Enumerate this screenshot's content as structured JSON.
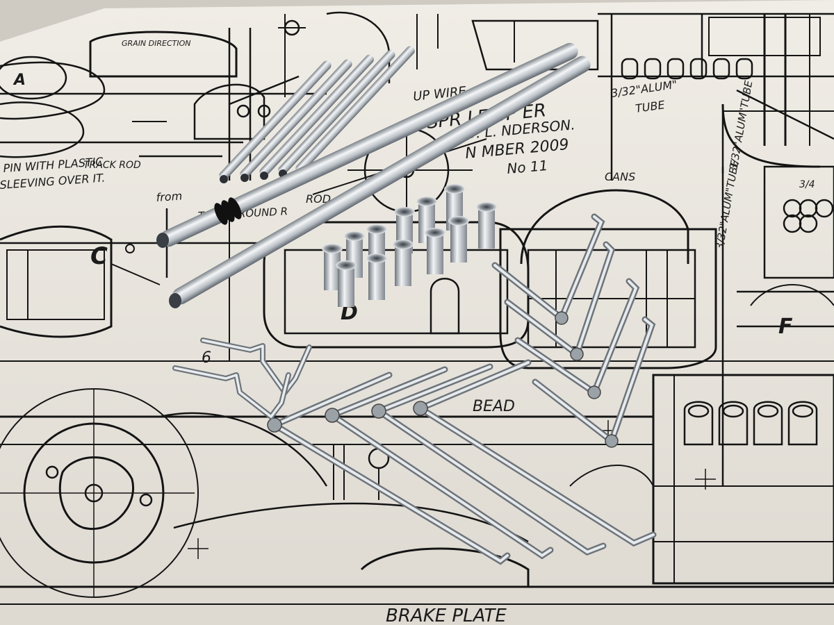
{
  "scene": "Aluminium tubes, ferrules and bent wire parts laid on a model engineering blueprint",
  "plan_labels": {
    "grain": "GRAIN DIRECTION",
    "a": "A",
    "c": "C",
    "d": "D",
    "f": "F",
    "six": "6",
    "track_rod": "TRACK ROD",
    "pin1": "PIN WITH PLASTIC",
    "pin2": "SLEEVING OVER IT.",
    "from": "from",
    "rod": "ROD",
    "round": "TAB    NT ROUND R",
    "up_wire": "UP WIRE",
    "title": "SPR   LE SP    ER",
    "author": "D. L.      NDERSON.",
    "date": "N    MBER 2009",
    "number": "No 11",
    "cans": "CANS",
    "alum_tube": "3/32\"ALUM\"",
    "tube": "TUBE",
    "alum_tube_side": "3/32\"ALUM\"TUBE",
    "alum_tube_side2": "3/32\"ALUM\"TUBE",
    "quarter": "3/4",
    "bead": "BEAD",
    "brake": "BRAKE PLATE"
  },
  "colors": {
    "paper": "#ebe8e1",
    "ink": "#141414",
    "aluminium_light": "#e9ecef",
    "aluminium_mid": "#b6bcc2",
    "aluminium_dark": "#6f767d"
  }
}
